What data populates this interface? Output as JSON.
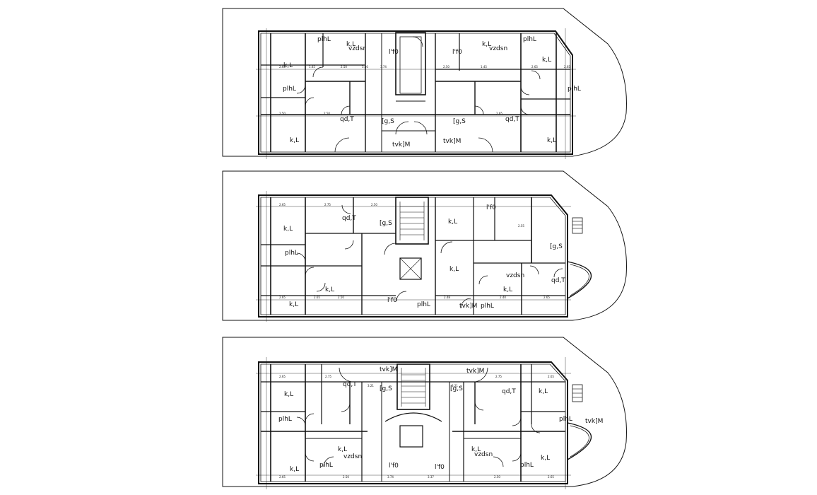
{
  "background_color": "#ffffff",
  "line_color": "#111111",
  "plans": [
    {
      "rooms": [
        {
          "text": "plhL"
        },
        {
          "text": "k,L"
        },
        {
          "text": "vzdsr"
        },
        {
          "text": "l'f0"
        },
        {
          "text": "l'f0"
        },
        {
          "text": "k,L"
        },
        {
          "text": "vzdsn"
        },
        {
          "text": "plhL"
        },
        {
          "text": "k,L"
        },
        {
          "text": "k,L"
        },
        {
          "text": "plhL"
        },
        {
          "text": "plhL"
        },
        {
          "text": "qd,T"
        },
        {
          "text": "[g,S"
        },
        {
          "text": "[g,S"
        },
        {
          "text": "qd,T"
        },
        {
          "text": "k,L"
        },
        {
          "text": "tvk]M"
        },
        {
          "text": "tvk]M"
        },
        {
          "text": "k,L"
        }
      ],
      "dims": [
        "2.65",
        "1.45",
        "2.50",
        "3.50",
        "3.74",
        "2.50",
        "1.45",
        "2.65",
        "2.65",
        "2.50",
        "2.50",
        "2.65"
      ]
    },
    {
      "rooms": [
        {
          "text": "l'f0"
        },
        {
          "text": "qd,T"
        },
        {
          "text": "k,L"
        },
        {
          "text": "[g,S"
        },
        {
          "text": "k,L"
        },
        {
          "text": "[g,S"
        },
        {
          "text": "plhL"
        },
        {
          "text": "k,L"
        },
        {
          "text": "vzdsn"
        },
        {
          "text": "qd,T"
        },
        {
          "text": "k,L"
        },
        {
          "text": "k,L"
        },
        {
          "text": "l'f0"
        },
        {
          "text": "plhL"
        },
        {
          "text": "tvk]M"
        },
        {
          "text": "plhL"
        },
        {
          "text": "k,L"
        }
      ],
      "dims": [
        "2.65",
        "2.75",
        "2.50",
        "2.55",
        "2.65",
        "2.65",
        "2.50",
        "2.48",
        "2.40",
        "2.65"
      ]
    },
    {
      "rooms": [
        {
          "text": "tvk]M"
        },
        {
          "text": "tvk]M"
        },
        {
          "text": "qd,T"
        },
        {
          "text": "[g,S"
        },
        {
          "text": "[g,S"
        },
        {
          "text": "qd,T"
        },
        {
          "text": "k,L"
        },
        {
          "text": "k,L"
        },
        {
          "text": "plhL"
        },
        {
          "text": "plhL"
        },
        {
          "text": "tvk]M"
        },
        {
          "text": "k,L"
        },
        {
          "text": "vzdsn"
        },
        {
          "text": "k,L"
        },
        {
          "text": "vzdsn"
        },
        {
          "text": "k,L"
        },
        {
          "text": "k,L"
        },
        {
          "text": "plhL"
        },
        {
          "text": "l'f0"
        },
        {
          "text": "l'f0"
        },
        {
          "text": "plhL"
        }
      ],
      "dims": [
        "2.65",
        "2.75",
        "3.21",
        "3.21",
        "2.75",
        "2.65",
        "2.65",
        "2.50",
        "3.74",
        "3.37",
        "2.50",
        "2.65"
      ]
    }
  ]
}
